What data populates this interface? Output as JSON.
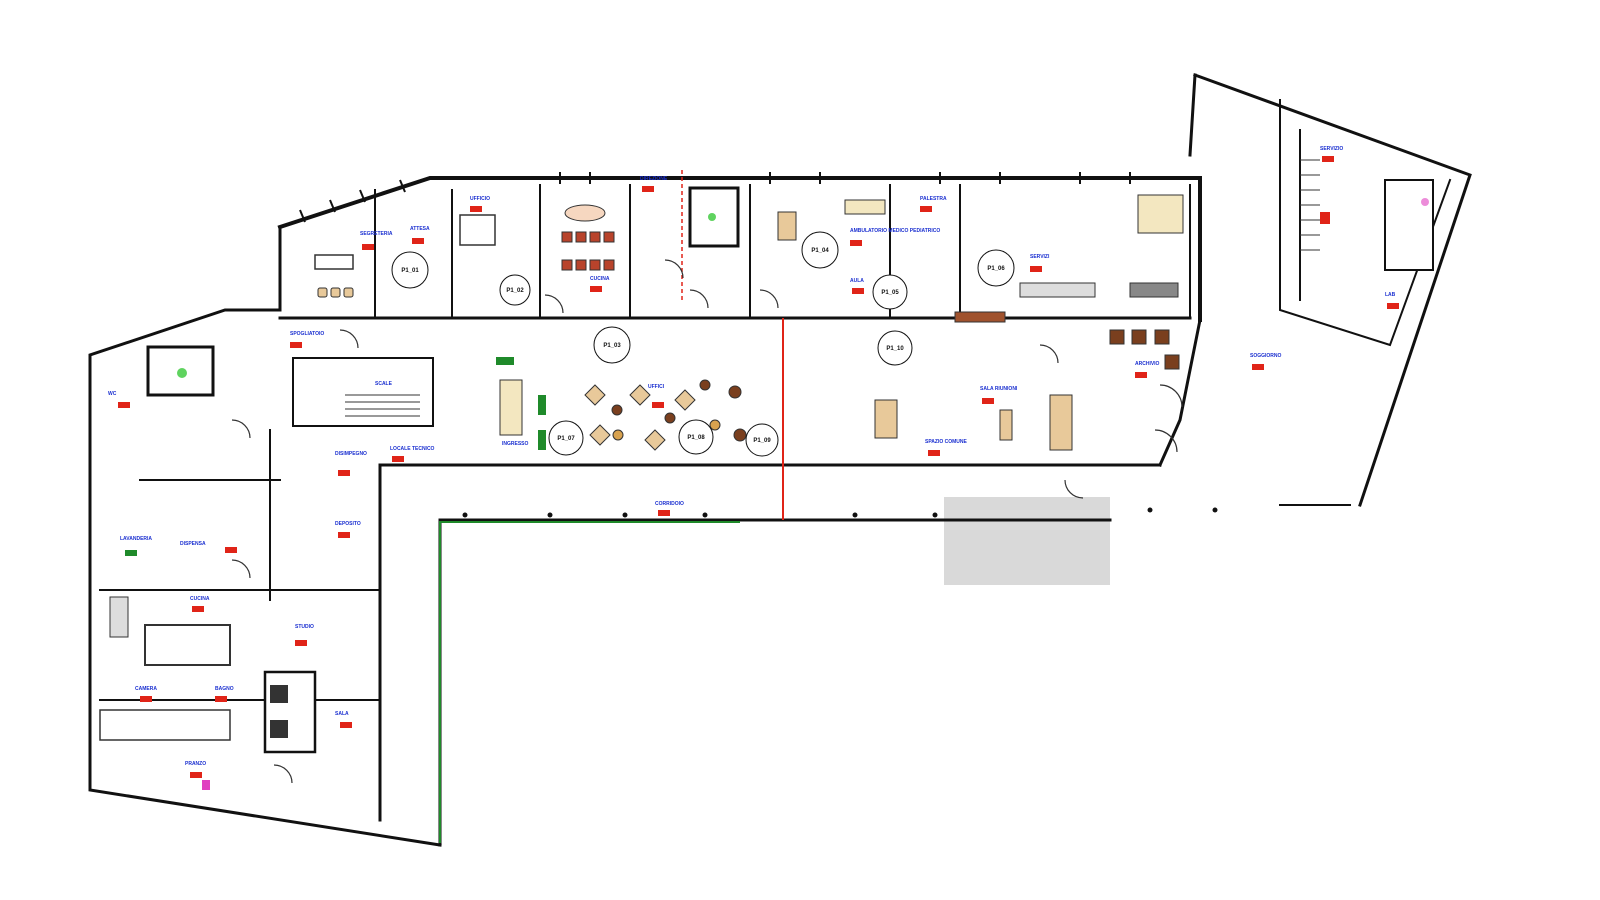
{
  "plan": {
    "room_labels": [
      "SEGRETERIA",
      "ATTESA",
      "UFFICIO",
      "CUCINA",
      "DIREZIONE",
      "AMBULATORIO MEDICO PEDIATRICO",
      "PALESTRA",
      "SERVIZI",
      "AULA",
      "CORRIDOIO",
      "SCALE",
      "LOCALE TECNICO",
      "SPOGLIATOIO",
      "WC",
      "DISIMPEGNO",
      "DEPOSITO",
      "INGRESSO",
      "UFFICI",
      "SALA RIUNIONI",
      "SPAZIO COMUNE",
      "SOGGIORNO",
      "ARCHIVIO",
      "LAVANDERIA",
      "DISPENSA",
      "CUCINA",
      "CAMERA",
      "BAGNO",
      "STUDIO",
      "SALA",
      "PRANZO",
      "SERVIZIO",
      "LAB"
    ],
    "circle_labels": [
      "P1_01",
      "P1_02",
      "P1_03",
      "P1_04",
      "P1_05",
      "P1_06",
      "P1_07",
      "P1_08",
      "P1_09",
      "P1_10"
    ],
    "colors": {
      "wall": "#111111",
      "label_blue": "#1a2fd0",
      "tag_red": "#e02418",
      "tag_green": "#1f8a2a",
      "section_line": "#e02418",
      "boundary_green": "#1f8a2a",
      "furniture_wood": "#e8c99a",
      "furniture_brown": "#7a3f1e",
      "exterior_grey": "#d9d9d9",
      "magenta": "#e040c0"
    },
    "icons": [
      "door-swing-icon",
      "fixture-icon",
      "tree-icon",
      "stair-icon"
    ]
  }
}
